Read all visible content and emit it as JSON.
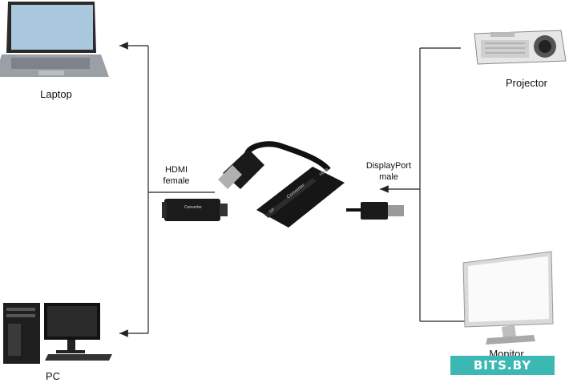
{
  "devices": {
    "laptop": "Laptop",
    "pc": "PC",
    "projector": "Projector",
    "monitor": "Monitor"
  },
  "connectors": {
    "hdmi_line1": "HDMI",
    "hdmi_line2": "female",
    "dp_line1": "DisplayPort",
    "dp_line2": "male"
  },
  "adapter": {
    "small_text": "Converter",
    "big_text": "Converter",
    "port_labels": [
      "HDMI",
      "DP"
    ]
  },
  "watermark": "BITS.BY"
}
